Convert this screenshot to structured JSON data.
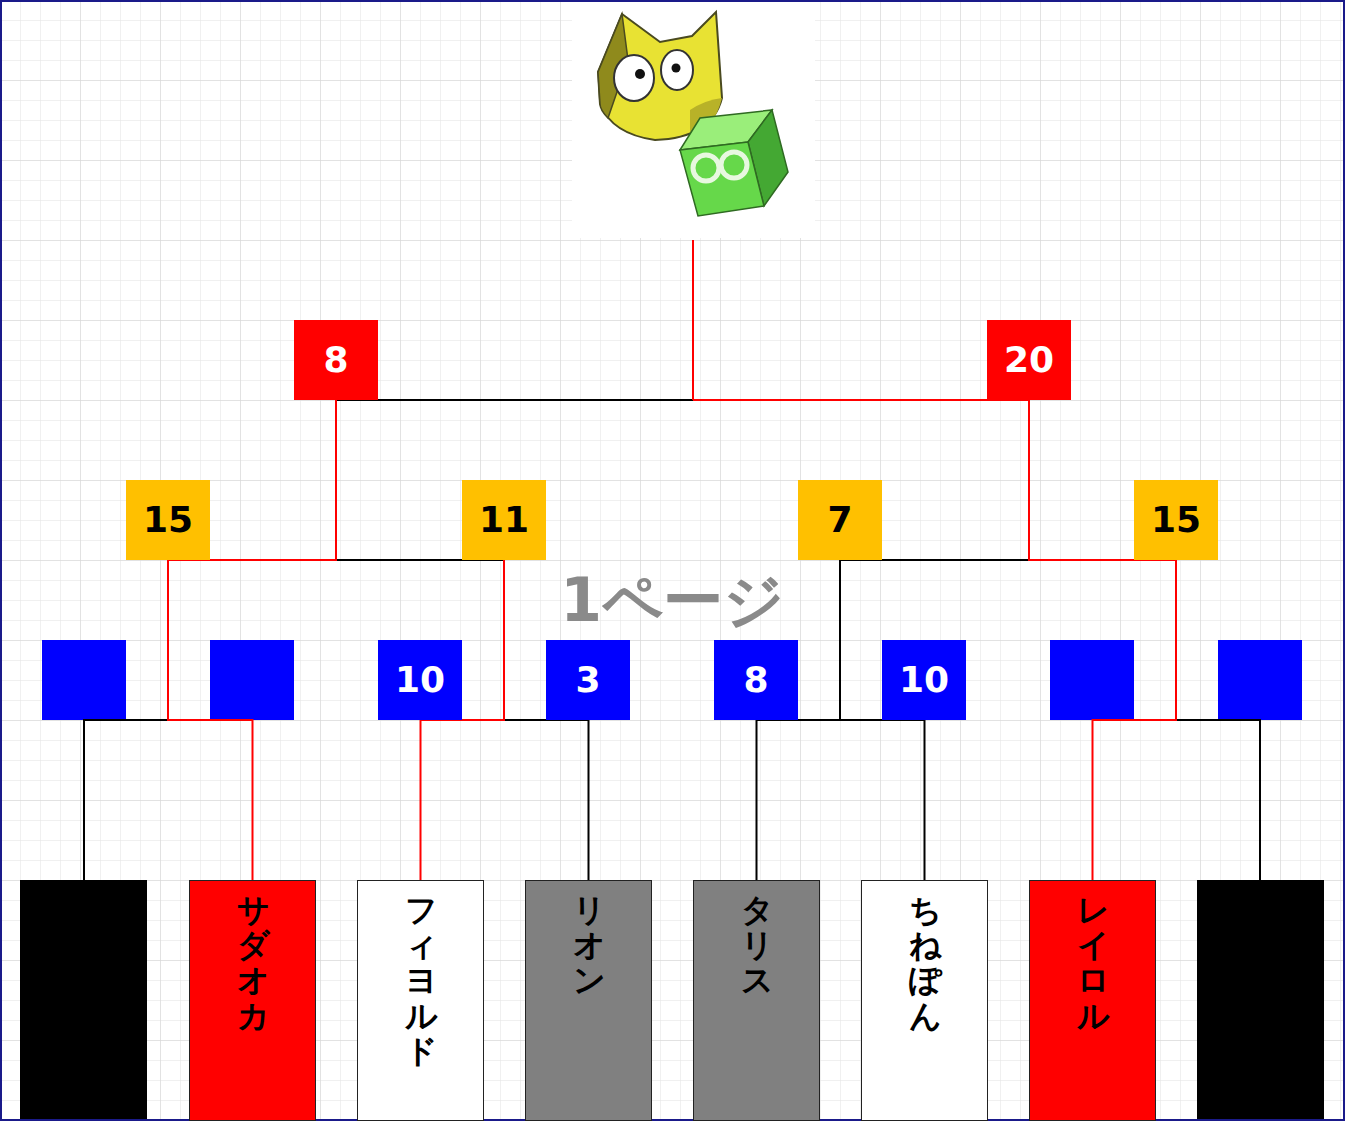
{
  "diagram": {
    "nodes": [
      {
        "text": [
          "8"
        ]
      },
      {
        "text": [
          "20"
        ]
      },
      {
        "text": [
          "15"
        ]
      },
      {
        "text": [
          "11"
        ]
      },
      {
        "text": [
          "7"
        ]
      },
      {
        "text": [
          "15"
        ]
      },
      {
        "text": [
          "10"
        ]
      },
      {
        "text": [
          "3"
        ]
      },
      {
        "text": [
          "8"
        ]
      },
      {
        "text": [
          "10"
        ]
      },
      {
        "text": [
          "サダオカ"
        ]
      },
      {
        "text": [
          "フィヨルド"
        ]
      },
      {
        "text": [
          "リオン"
        ]
      },
      {
        "text": [
          "タリス"
        ]
      },
      {
        "text": [
          "ちねぽん"
        ]
      },
      {
        "text": [
          "レイロル"
        ]
      }
    ],
    "edges": [
      {
        "from": 10,
        "to": 2,
        "arrow": "none"
      },
      {
        "from": 11,
        "to": 6,
        "arrow": "none"
      },
      {
        "from": 12,
        "to": 7,
        "arrow": "none"
      },
      {
        "from": 13,
        "to": 8,
        "arrow": "none"
      },
      {
        "from": 14,
        "to": 9,
        "arrow": "none"
      },
      {
        "from": 15,
        "to": 5,
        "arrow": "none"
      },
      {
        "from": 6,
        "to": 3,
        "arrow": "none"
      },
      {
        "from": 7,
        "to": 3,
        "arrow": "none"
      },
      {
        "from": 8,
        "to": 4,
        "arrow": "none"
      },
      {
        "from": 9,
        "to": 4,
        "arrow": "none"
      },
      {
        "from": 2,
        "to": 0,
        "arrow": "none"
      },
      {
        "from": 3,
        "to": 0,
        "arrow": "none"
      },
      {
        "from": 4,
        "to": 1,
        "arrow": "none"
      },
      {
        "from": 5,
        "to": 1,
        "arrow": "none"
      }
    ],
    "labels": [
      "1ページ"
    ]
  }
}
